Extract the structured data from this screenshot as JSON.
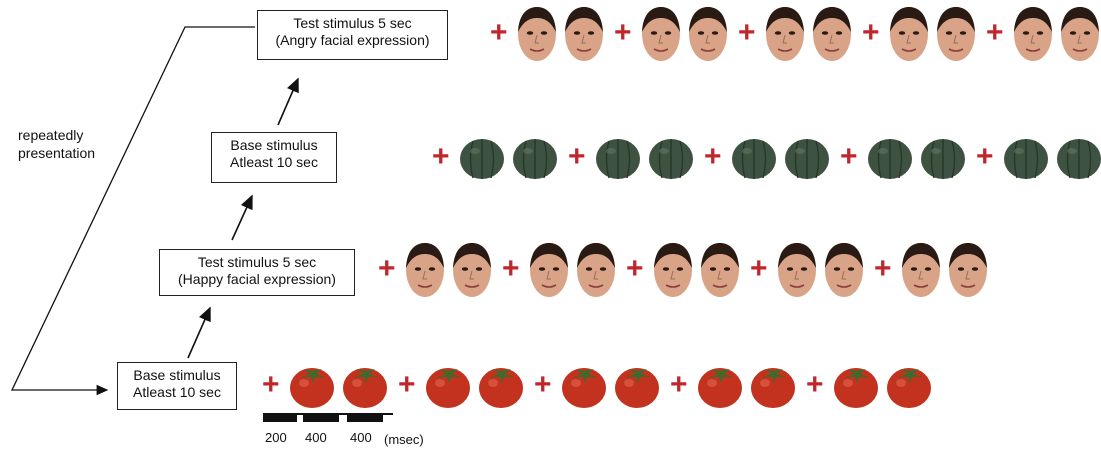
{
  "side_label": {
    "line1": "repeatedly",
    "line2": "presentation"
  },
  "boxes": {
    "base1": {
      "line1": "Base stimulus",
      "line2": "Atleast 10 sec"
    },
    "test_happy": {
      "line1": "Test stimulus 5 sec",
      "line2": "(Happy facial expression)"
    },
    "base2": {
      "line1": "Base stimulus",
      "line2": "Atleast 10 sec"
    },
    "test_angry": {
      "line1": "Test stimulus 5 sec",
      "line2": "(Angry facial expression)"
    }
  },
  "timing": {
    "t1": "200",
    "t2": "400",
    "t3": "400",
    "unit": "(msec)"
  },
  "fixation_symbol": "+",
  "colors": {
    "fixation": "#c0272d",
    "tomato": "#c2321f",
    "pumpkin": "#3d5240",
    "face": "#d9a387",
    "line": "#111111"
  },
  "sequences": [
    {
      "name": "tomato-row",
      "stimulus": "tomato",
      "pairs": 5
    },
    {
      "name": "happy-face-row",
      "stimulus": "face",
      "pairs": 5
    },
    {
      "name": "pumpkin-row",
      "stimulus": "pumpkin",
      "pairs": 5
    },
    {
      "name": "angry-face-row",
      "stimulus": "face",
      "pairs": 5
    }
  ]
}
